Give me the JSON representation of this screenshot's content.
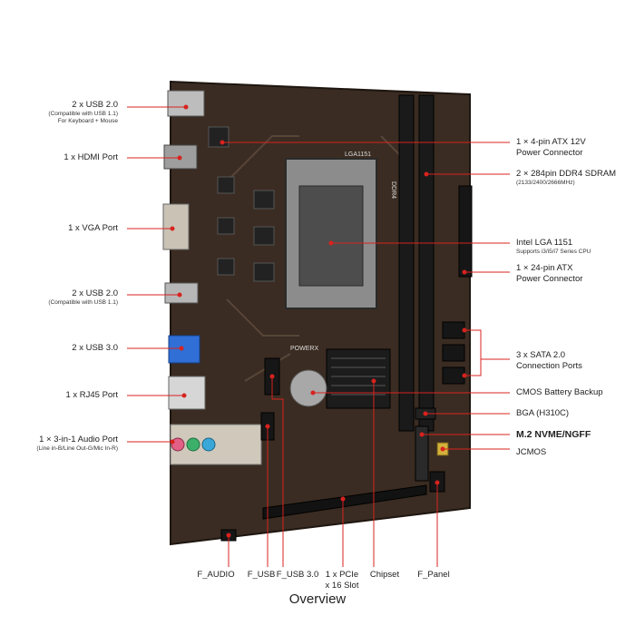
{
  "left_labels": [
    {
      "title": "2 x USB 2.0",
      "sub1": "(Compatible with USB 1.1)",
      "sub2": "For Keyboard + Mouse"
    },
    {
      "title": "1 x HDMI Port"
    },
    {
      "title": "1 x VGA Port"
    },
    {
      "title": "2 x USB 2.0",
      "sub1": "(Compatible with USB 1.1)"
    },
    {
      "title": "2 x USB 3.0"
    },
    {
      "title": "1 x RJ45 Port"
    },
    {
      "title": "1 × 3-in-1 Audio Port",
      "sub1": "(Line in-B/Line Out-G/Mic In-R)"
    }
  ],
  "right_labels": [
    {
      "title": "1 × 4-pin ATX 12V",
      "title2": "Power Connector"
    },
    {
      "title": "2 × 284pin DDR4 SDRAM",
      "sub1": "(2133/2400/2666MHz)"
    },
    {
      "title": "Intel LGA 1151",
      "sub1": "Supports i3/i5/i7 Series CPU"
    },
    {
      "title": "1 × 24-pin ATX",
      "title2": "Power Connector"
    },
    {
      "title": "3 x SATA 2.0",
      "title2": "Connection Ports"
    },
    {
      "title": "CMOS Battery Backup"
    },
    {
      "title": "BGA (H310C)"
    },
    {
      "title": "M.2 NVME/NGFF"
    },
    {
      "title": "JCMOS"
    }
  ],
  "bottom_labels": [
    {
      "title": "F_AUDIO"
    },
    {
      "title": "F_USB"
    },
    {
      "title": "F_USB 3.0"
    },
    {
      "title": "1 x PCIe",
      "title2": "x 16 Slot"
    },
    {
      "title": "Chipset"
    },
    {
      "title": "F_Panel"
    }
  ],
  "board_text": {
    "socket": "LGA1151",
    "ddr": "DDR4",
    "brand": "POWERX"
  },
  "caption": "Overview",
  "colors": {
    "board": "#3a2c22",
    "pointer": "#d8231f",
    "audio_pink": "#e25f86",
    "audio_green": "#3cb06a",
    "audio_blue": "#3aa7d9",
    "usb3_blue": "#2f6fd6"
  }
}
